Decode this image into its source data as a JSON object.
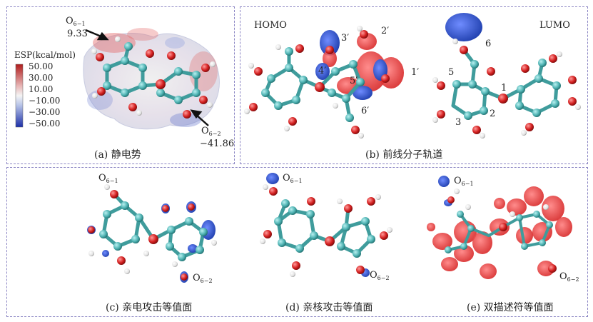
{
  "panels": {
    "a": {
      "caption": "(a) 静电势",
      "o61_label": "O",
      "o61_sub": "6−1",
      "o61_value": "9.33",
      "o62_label": "O",
      "o62_sub": "6−2",
      "o62_value": "−41.86",
      "legend_title": "ESP(kcal/mol)",
      "legend_ticks": [
        "50.00",
        "30.00",
        "10.00",
        "−10.00",
        "−30.00",
        "−50.00"
      ]
    },
    "b": {
      "caption": "(b) 前线分子轨道",
      "homo": "HOMO",
      "lumo": "LUMO",
      "homo_atoms": [
        "2′",
        "3′",
        "4′",
        "5′",
        "6′",
        "1′"
      ],
      "lumo_atoms": [
        "6",
        "5",
        "1",
        "2",
        "3"
      ]
    },
    "c": {
      "caption": "(c) 亲电攻击等值面",
      "o61_label": "O",
      "o61_sub": "6−1",
      "o62_label": "O",
      "o62_sub": "6−2"
    },
    "d": {
      "caption": "(d) 亲核攻击等值面",
      "o61_label": "O",
      "o61_sub": "6−1",
      "o62_label": "O",
      "o62_sub": "6−2"
    },
    "e": {
      "caption": "(e) 双描述符等值面",
      "o61_label": "O",
      "o61_sub": "6−1",
      "o62_label": "O",
      "o62_sub": "6−2"
    }
  },
  "colors": {
    "frame": "#8c86c4",
    "carbon": "#4fb3b3",
    "oxygen": "#d42020",
    "hydrogen": "#e8e8e8",
    "isosurface_blue": "#2a4fb8",
    "isosurface_red": "#e33030"
  }
}
